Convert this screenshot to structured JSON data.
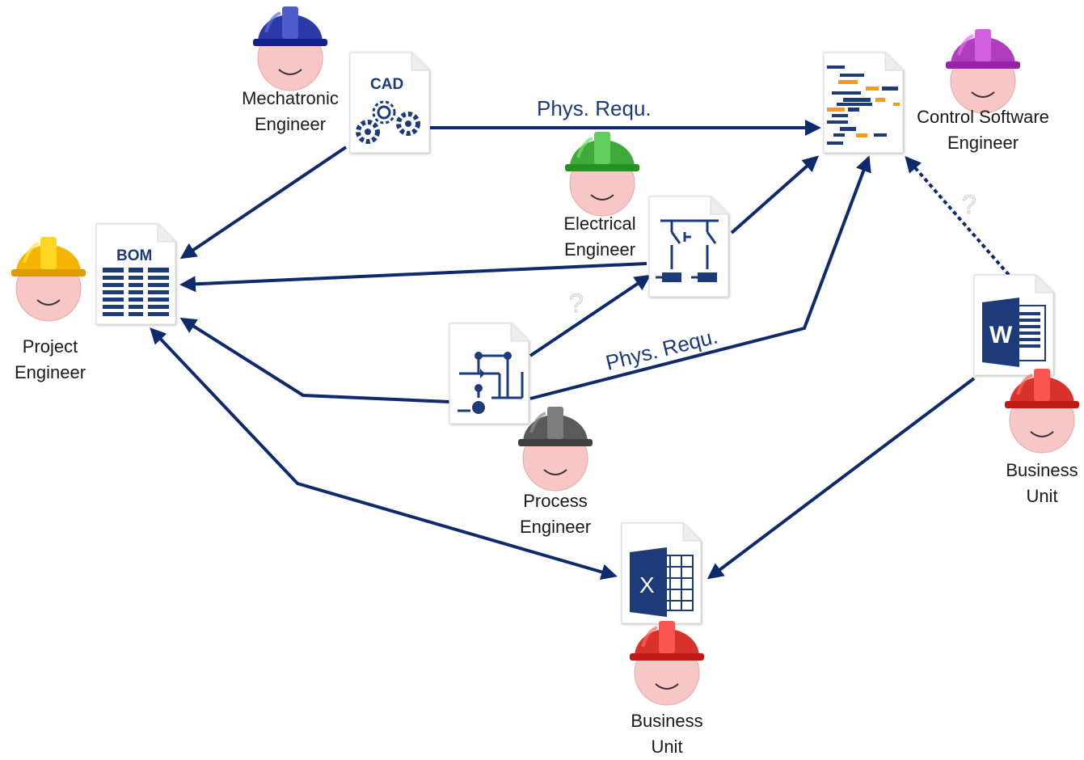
{
  "roles": {
    "mechatronic": {
      "line1": "Mechatronic",
      "line2": "Engineer",
      "color": "#2b3aa6"
    },
    "project": {
      "line1": "Project",
      "line2": "Engineer",
      "color": "#f5b400"
    },
    "electrical": {
      "line1": "Electrical",
      "line2": "Engineer",
      "color": "#3faa3a"
    },
    "process": {
      "line1": "Process",
      "line2": "Engineer",
      "color": "#5a5a5a"
    },
    "control_software": {
      "line1": "Control Software",
      "line2": "Engineer",
      "color": "#b13cc0"
    },
    "business_right": {
      "line1": "Business",
      "line2": "Unit",
      "color": "#d8322a"
    },
    "business_bottom": {
      "line1": "Business",
      "line2": "Unit",
      "color": "#d8322a"
    }
  },
  "documents": {
    "cad": {
      "label": "CAD",
      "icon": "gears-icon"
    },
    "bom": {
      "label": "BOM",
      "icon": "table-icon"
    },
    "word": {
      "label": "W",
      "icon": "word-icon"
    },
    "excel": {
      "label": "X",
      "icon": "excel-icon"
    }
  },
  "edge_labels": {
    "cad_to_code": "Phys. Requ.",
    "process_to_code": "Phys. Requ.",
    "question_mark": "?"
  },
  "colors": {
    "arrow": "#0f2a6b",
    "doc_blue": "#1a3a78",
    "code_orange": "#f39c1c",
    "face": "#f7c6c6"
  }
}
